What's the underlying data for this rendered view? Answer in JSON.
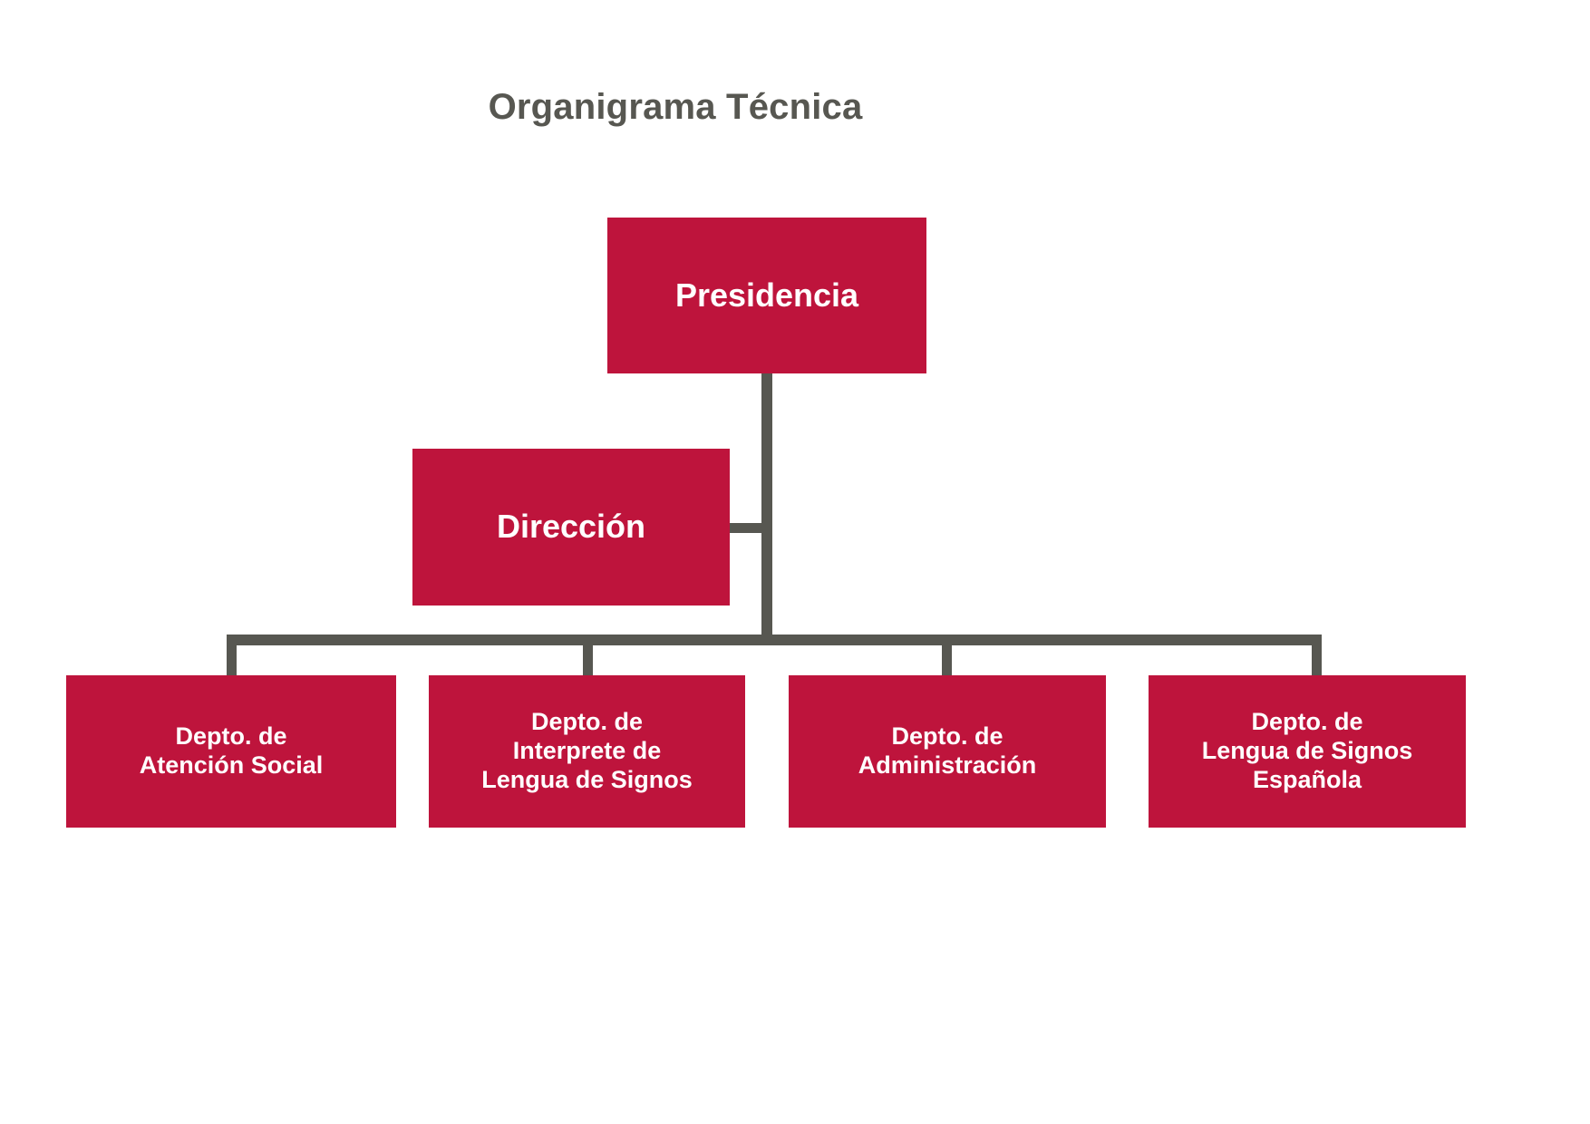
{
  "chart_data": {
    "type": "diagram",
    "subtype": "organizational-chart",
    "title": "Organigrama Técnica",
    "orientation": "top-down",
    "colors": {
      "node_fill": "#be143c",
      "node_text": "#ffffff",
      "connector": "#575751",
      "title_text": "#575751",
      "background": "#ffffff"
    },
    "nodes": [
      {
        "id": "presidencia",
        "label": "Presidencia",
        "level": 0
      },
      {
        "id": "direccion",
        "label": "Dirección",
        "level": 1
      },
      {
        "id": "depto-atencion-social",
        "label": "Depto. de\nAtención Social",
        "level": 2
      },
      {
        "id": "depto-interprete-lengua-signos",
        "label": "Depto. de\nInterprete de\nLengua de Signos",
        "level": 2
      },
      {
        "id": "depto-administracion",
        "label": "Depto. de\nAdministración",
        "level": 2
      },
      {
        "id": "depto-lengua-signos-espanola",
        "label": "Depto. de\nLengua de Signos\nEspañola",
        "level": 2
      }
    ],
    "edges": [
      {
        "from": "presidencia",
        "to": "direccion"
      },
      {
        "from": "presidencia",
        "to": "depto-atencion-social"
      },
      {
        "from": "presidencia",
        "to": "depto-interprete-lengua-signos"
      },
      {
        "from": "presidencia",
        "to": "depto-administracion"
      },
      {
        "from": "presidencia",
        "to": "depto-lengua-signos-espanola"
      }
    ]
  },
  "title": "Organigrama Técnica",
  "root": {
    "label": "Presidencia"
  },
  "direction": {
    "label": "Dirección"
  },
  "departments": [
    {
      "label": "Depto. de\nAtención Social"
    },
    {
      "label": "Depto. de\nInterprete de\nLengua de Signos"
    },
    {
      "label": "Depto. de\nAdministración"
    },
    {
      "label": "Depto. de\nLengua de Signos\nEspañola"
    }
  ]
}
